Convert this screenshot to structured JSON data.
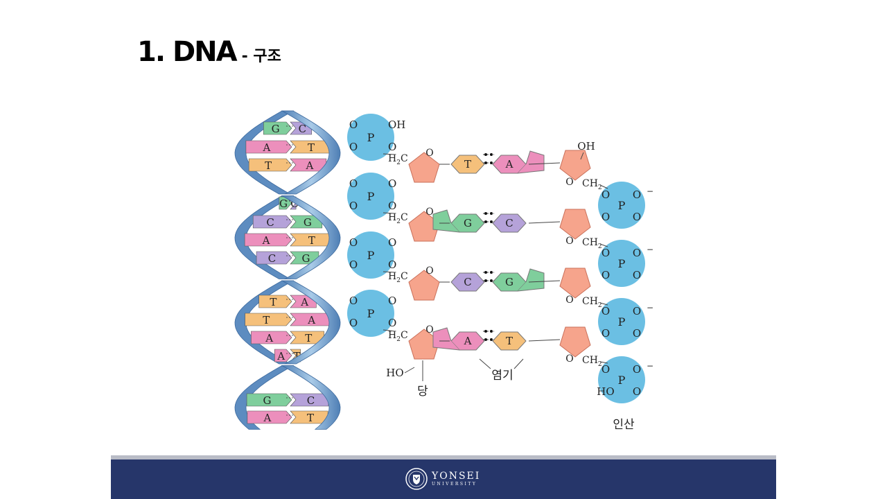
{
  "slide": {
    "title": "1. DNA",
    "subtitle": "- 구조"
  },
  "diagram": {
    "helix_pairs": [
      {
        "left": "G",
        "right": "C"
      },
      {
        "left": "A",
        "right": "T"
      },
      {
        "left": "T",
        "right": "A"
      },
      {
        "left": "G",
        "right": "C"
      },
      {
        "left": "C",
        "right": "G"
      },
      {
        "left": "A",
        "right": "T"
      },
      {
        "left": "C",
        "right": "G"
      },
      {
        "left": "T",
        "right": "A"
      },
      {
        "left": "T",
        "right": "A"
      },
      {
        "left": "A",
        "right": "T"
      },
      {
        "left": "A",
        "right": "T"
      },
      {
        "left": "G",
        "right": "C"
      },
      {
        "left": "A",
        "right": "T"
      }
    ],
    "phosphate_label": "P",
    "oxygen_label": "O",
    "top_left_oh": "OH",
    "top_right_oh": "OH",
    "bottom_left_ho": "HO",
    "bottom_right_ho": "HO",
    "left_carbon": "H",
    "left_carbon_sub": "2",
    "left_carbon_c": "C",
    "right_carbon": "CH",
    "right_carbon_sub": "2",
    "minus": "−",
    "rungs": [
      {
        "left": "T",
        "right": "A"
      },
      {
        "left": "G",
        "right": "C"
      },
      {
        "left": "C",
        "right": "G"
      },
      {
        "left": "A",
        "right": "T"
      }
    ],
    "sugar_label": "당",
    "base_label": "염기",
    "phosphate_group_label": "인산"
  },
  "colors": {
    "navy": "#26366a",
    "phosphate": "#6bbfe3",
    "sugar": "#f6a48c",
    "adenine": "#ec8fbc",
    "thymine": "#f5c07b",
    "guanine": "#7fce9c",
    "cytosine": "#b5a2d9",
    "helix_blue": "#6f9fcf"
  },
  "footer": {
    "logo_name": "YONSEI",
    "logo_sub": "UNIVERSITY"
  }
}
